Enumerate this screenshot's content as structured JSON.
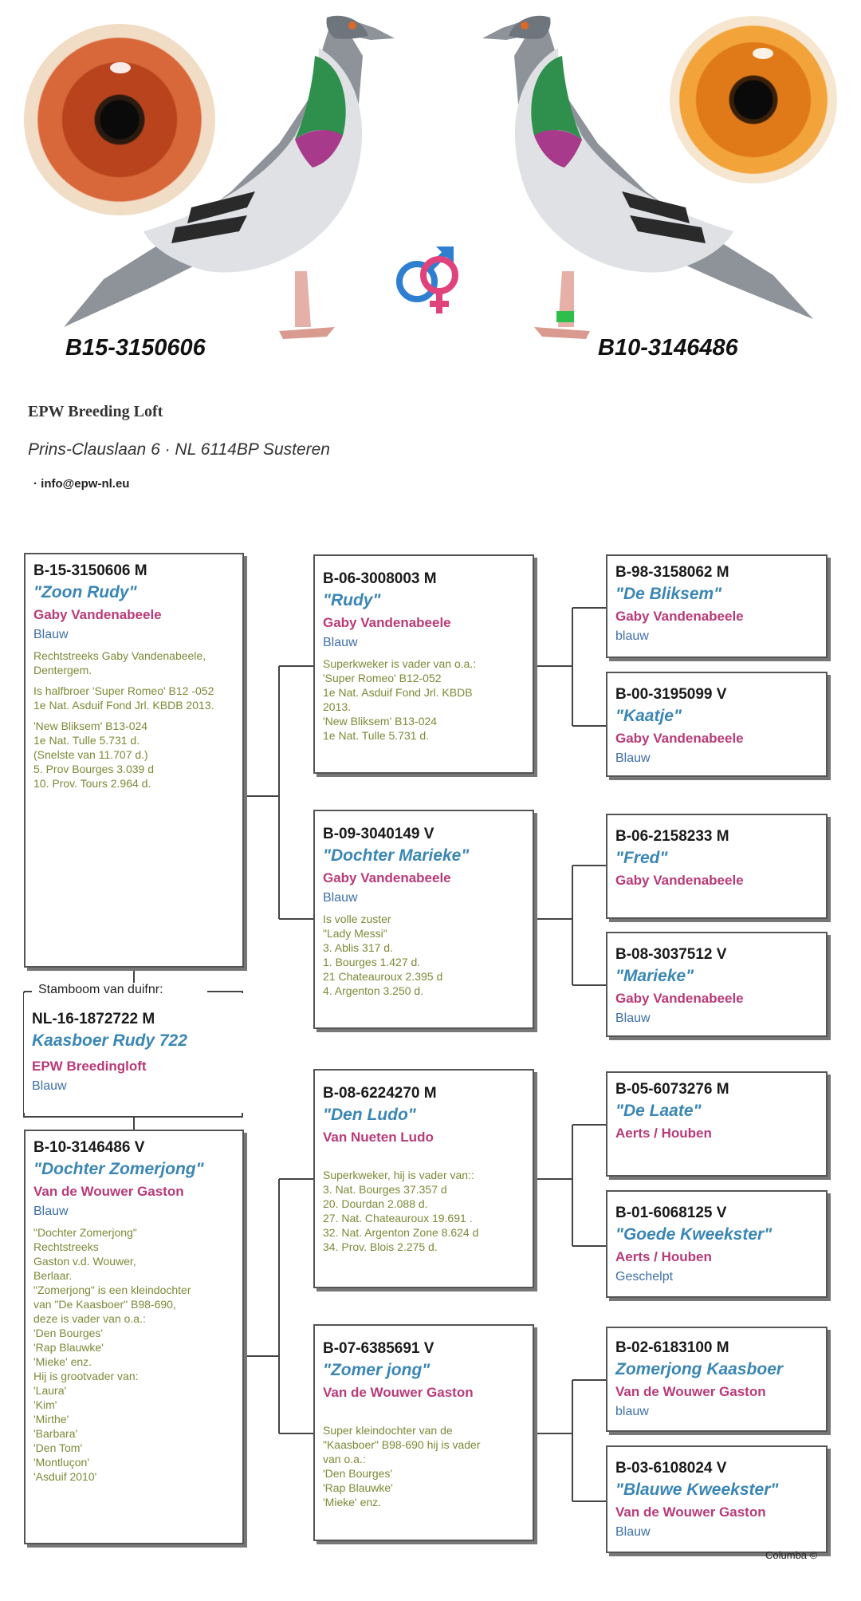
{
  "header": {
    "sire_band": "B15-3150606",
    "dam_band": "B10-3146486",
    "eye_left_icon": "pigeon-eye-icon",
    "eye_right_icon": "pigeon-eye-icon",
    "sex_symbol_icon": "male-female-icon",
    "colors": {
      "male": "#2f7fd0",
      "female": "#e0427c"
    }
  },
  "loft": {
    "name": "EPW Breeding Loft",
    "address": "Prins-Clauslaan 6  ·  NL 6114BP Susteren",
    "email": "·  info@epw-nl.eu"
  },
  "pedigree": {
    "stamboom_label": "Stamboom van duifnr:",
    "subject": {
      "ring": "NL-16-1872722 M",
      "name": "Kaasboer Rudy 722",
      "breeder": "EPW Breedingloft",
      "colour": "Blauw"
    },
    "sire": {
      "ring": "B-15-3150606 M",
      "name": "\"Zoon Rudy\"",
      "breeder": "Gaby Vandenabeele",
      "colour": "Blauw",
      "notes": [
        "Rechtstreeks Gaby Vandenabeele, Dentergem.",
        "Is halfbroer 'Super Romeo'  B12 -052\n1e Nat. Asduif Fond Jrl. KBDB 2013.",
        "'New Bliksem' B13-024\n1e Nat. Tulle 5.731 d.\n(Snelste van 11.707 d.)\n5. Prov Bourges 3.039 d\n10. Prov. Tours  2.964 d."
      ]
    },
    "dam": {
      "ring": "B-10-3146486 V",
      "name": "\"Dochter Zomerjong\"",
      "breeder": "Van de Wouwer Gaston",
      "colour": "Blauw",
      "notes": [
        "\"Dochter Zomerjong\"\nRechtstreeks\nGaston v.d. Wouwer,\nBerlaar.\n\"Zomerjong\" is een kleindochter\nvan \"De Kaasboer\" B98-690,\ndeze is vader van o.a.:\n'Den Bourges'\n'Rap Blauwke'\n'Mieke' enz.\nHij is grootvader van:\n 'Laura'\n'Kim'\n'Mirthe'\n'Barbara'\n'Den Tom'\n'Montluçon'\n'Asduif 2010'"
      ]
    },
    "ss": {
      "ring": "B-06-3008003 M",
      "name": "\"Rudy\"",
      "breeder": "Gaby Vandenabeele",
      "colour": "Blauw",
      "notes": [
        "Superkweker is vader van o.a.:\n'Super Romeo' B12-052\n1e Nat. Asduif Fond Jrl. KBDB\n2013.\n'New Bliksem' B13-024\n1e Nat. Tulle 5.731 d."
      ]
    },
    "sd": {
      "ring": "B-09-3040149 V",
      "name": "\"Dochter Marieke\"",
      "breeder": "Gaby Vandenabeele",
      "colour": "Blauw",
      "notes": [
        "Is volle zuster\n\"Lady Messi\"\n3. Ablis 317 d.\n1. Bourges 1.427 d.\n21 Chateauroux 2.395 d\n4. Argenton 3.250 d."
      ]
    },
    "ds": {
      "ring": "B-08-6224270 M",
      "name": "\"Den Ludo\"",
      "breeder": "Van Nueten Ludo",
      "colour": "",
      "notes": [
        "Superkweker, hij is vader van::\n3. Nat. Bourges  37.357 d\n20. Dourdan  2.088 d.\n27. Nat. Chateauroux 19.691 .\n32. Nat. Argenton Zone 8.624 d\n34. Prov. Blois 2.275 d."
      ]
    },
    "dd": {
      "ring": "B-07-6385691 V",
      "name": "\"Zomer jong\"",
      "breeder": "Van de Wouwer Gaston",
      "colour": "",
      "notes": [
        "Super kleindochter van de\n\"Kaasboer\" B98-690 hij is vader\nvan o.a.:\n'Den Bourges'\n'Rap Blauwke'\n'Mieke' enz."
      ]
    },
    "sss": {
      "ring": "B-98-3158062 M",
      "name": "\"De Bliksem\"",
      "breeder": "Gaby Vandenabeele",
      "colour": "blauw"
    },
    "ssd": {
      "ring": "B-00-3195099 V",
      "name": "\"Kaatje\"",
      "breeder": "Gaby Vandenabeele",
      "colour": "Blauw"
    },
    "sds": {
      "ring": "B-06-2158233 M",
      "name": "\"Fred\"",
      "breeder": "Gaby Vandenabeele",
      "colour": ""
    },
    "sdd": {
      "ring": "B-08-3037512 V",
      "name": "\"Marieke\"",
      "breeder": "Gaby Vandenabeele",
      "colour": "Blauw"
    },
    "dss": {
      "ring": "B-05-6073276 M",
      "name": "\"De Laate\"",
      "breeder": "Aerts / Houben",
      "colour": ""
    },
    "dsd": {
      "ring": "B-01-6068125 V",
      "name": "\"Goede Kweekster\"",
      "breeder": "Aerts / Houben",
      "colour": "Geschelpt"
    },
    "dds": {
      "ring": "B-02-6183100 M",
      "name": "Zomerjong Kaasboer",
      "breeder": "Van de Wouwer Gaston",
      "colour": "blauw"
    },
    "ddd": {
      "ring": "B-03-6108024 V",
      "name": "\"Blauwe Kweekster\"",
      "breeder": "Van de Wouwer Gaston",
      "colour": "Blauw"
    }
  },
  "footer": {
    "credit": "Columba ©"
  }
}
